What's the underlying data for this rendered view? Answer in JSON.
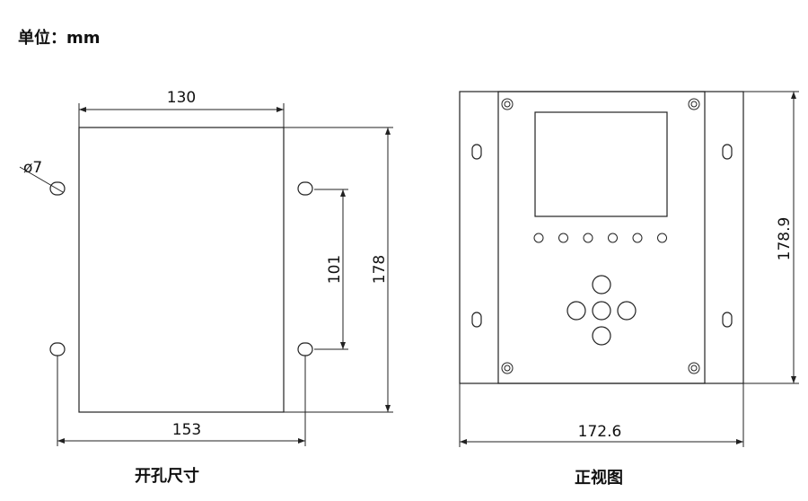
{
  "unit_label": "单位：mm",
  "left_view": {
    "caption": "开孔尺寸",
    "dims": {
      "width_top": "130",
      "width_bottom": "153",
      "hole_spacing": "101",
      "height": "178",
      "hole_diameter": "ø7"
    }
  },
  "right_view": {
    "caption": "正视图",
    "dims": {
      "width": "172.6",
      "height": "178.9"
    },
    "indicator_count": 6
  }
}
